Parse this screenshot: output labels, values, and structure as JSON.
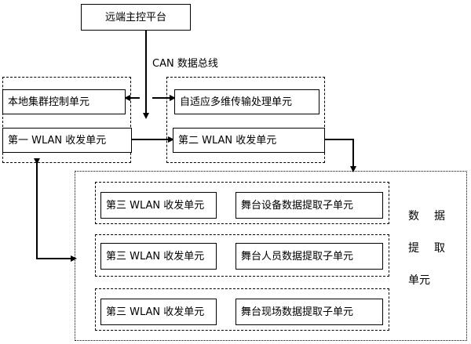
{
  "remote_platform": "远端主控平台",
  "bus_label": "CAN 数据总线",
  "local_cluster": "本地集群控制单元",
  "adaptive_unit": "自适应多维传输处理单元",
  "wlan1": "第一 WLAN 收发单元",
  "wlan2": "第二 WLAN 收发单元",
  "extract_rows": [
    {
      "wlan": "第三 WLAN 收发单元",
      "sub": "舞台设备数据提取子单元"
    },
    {
      "wlan": "第三 WLAN 收发单元",
      "sub": "舞台人员数据提取子单元"
    },
    {
      "wlan": "第三 WLAN 收发单元",
      "sub": "舞台现场数据提取子单元"
    }
  ],
  "extract_unit_label": [
    "数",
    "据",
    "提",
    "取",
    "单元"
  ]
}
